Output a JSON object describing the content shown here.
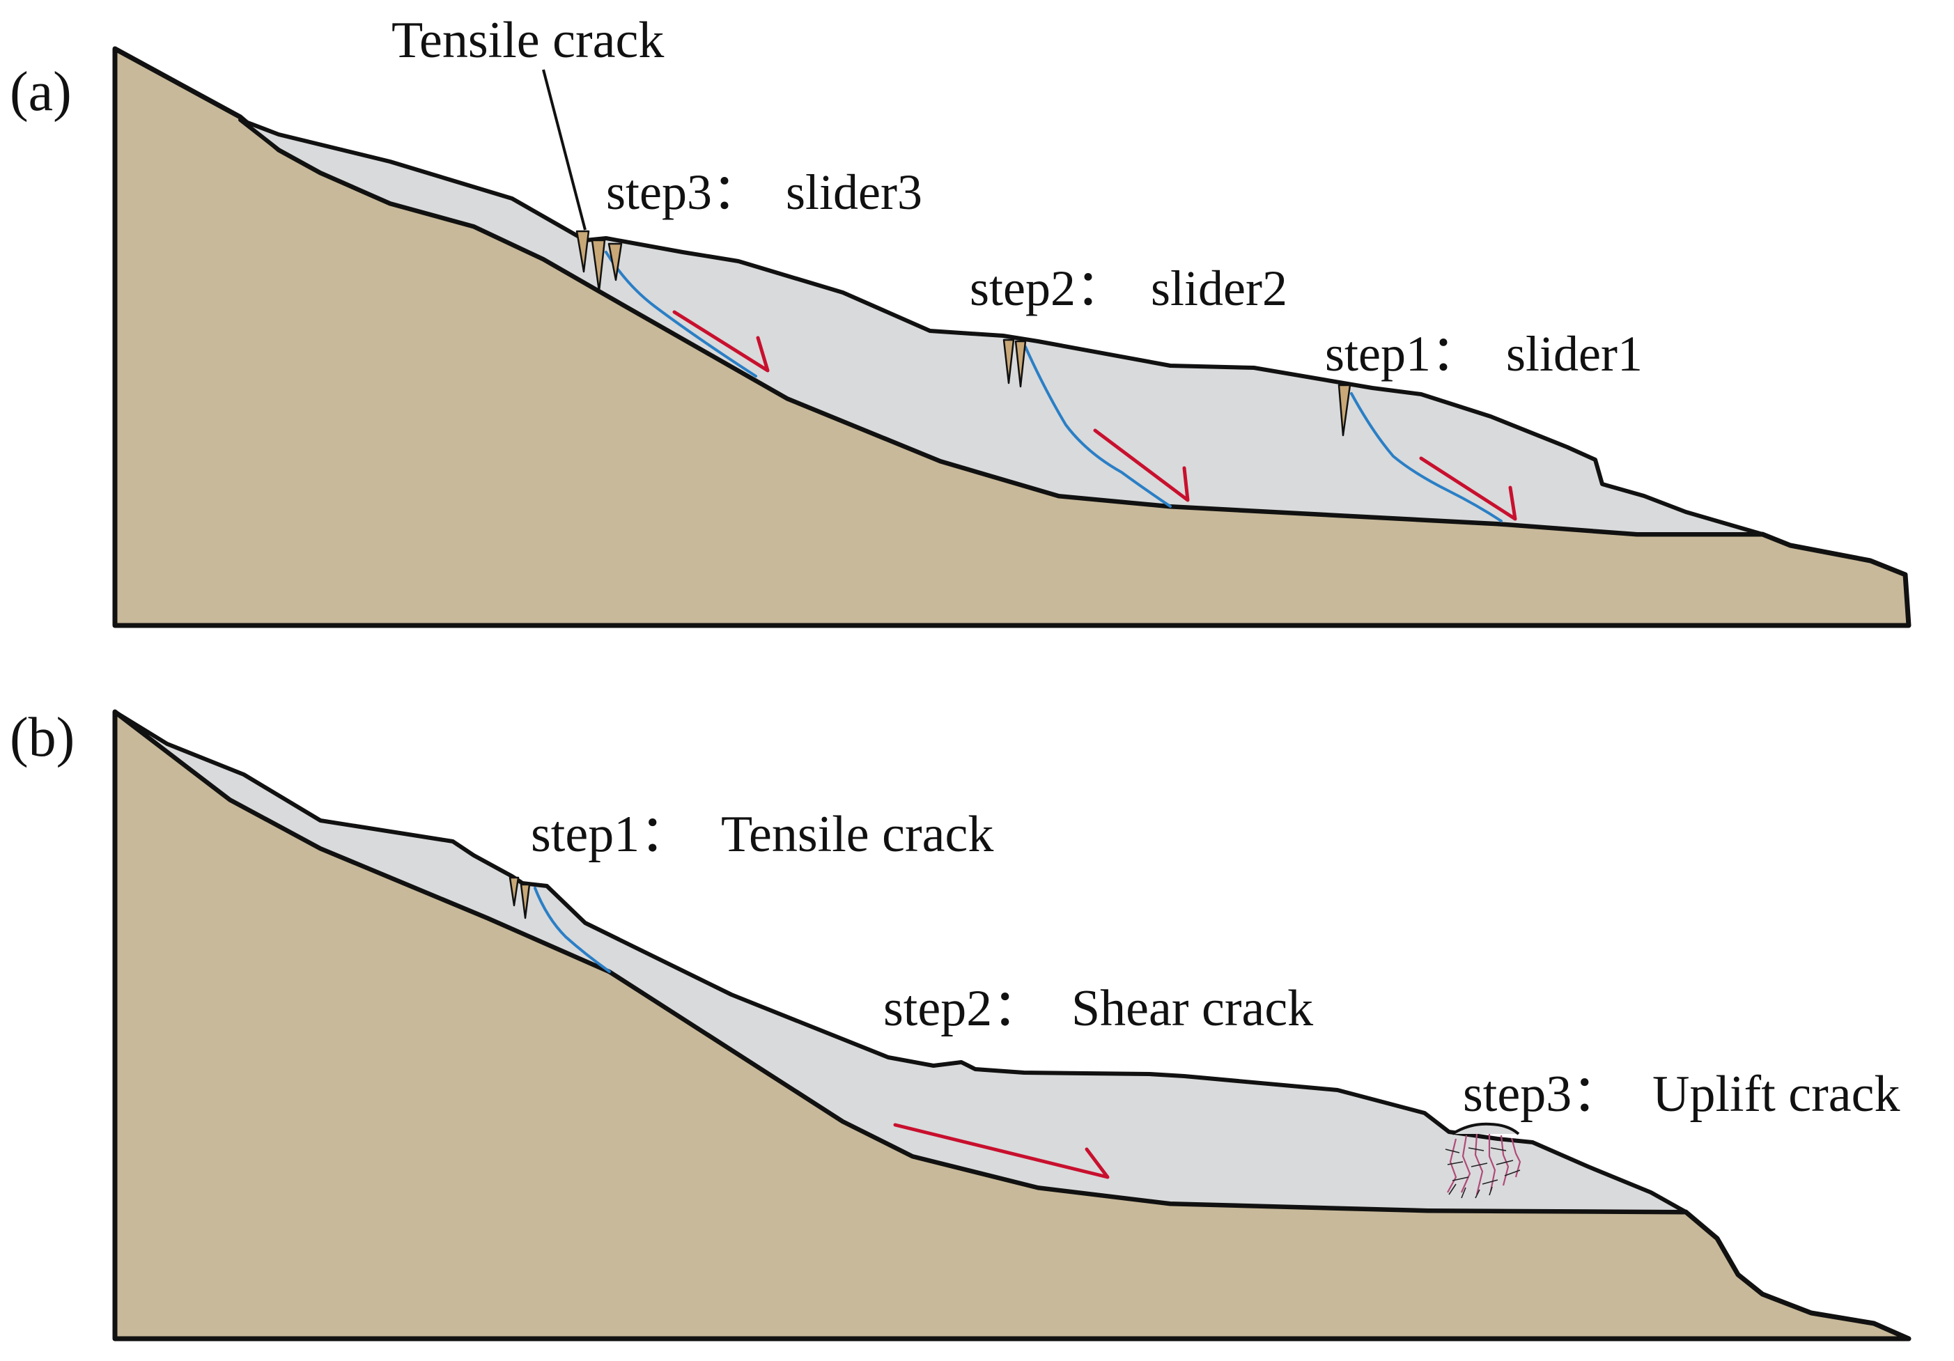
{
  "panel_a": {
    "tag": "(a)",
    "tensile_label": "Tensile crack",
    "steps": [
      {
        "step": "step3：",
        "name": "slider3"
      },
      {
        "step": "step2：",
        "name": "slider2"
      },
      {
        "step": "step1：",
        "name": "slider1"
      }
    ]
  },
  "panel_b": {
    "tag": "(b)",
    "steps": [
      {
        "step": "step1：",
        "name": "Tensile crack"
      },
      {
        "step": "step2：",
        "name": "Shear crack"
      },
      {
        "step": "step3：",
        "name": "Uplift crack"
      }
    ]
  },
  "colors": {
    "bedrock": "#c8b99a",
    "slide_mass": "#d9dadb",
    "sliding_surface": "#2a7fc6",
    "movement_arrow": "#c8102e"
  }
}
